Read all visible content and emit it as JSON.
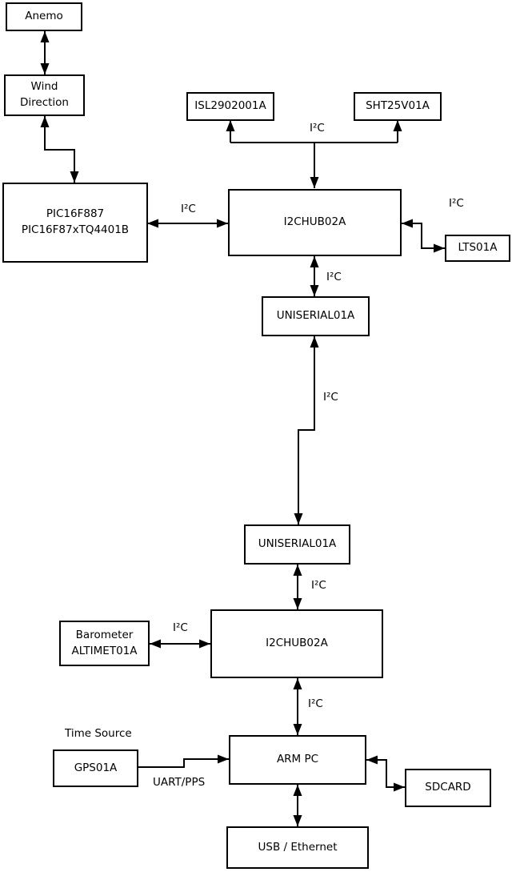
{
  "diagram": {
    "colors": {
      "stroke": "#000000",
      "background": "#ffffff",
      "node_fill": "#ffffff",
      "text": "#000000"
    },
    "nodes": {
      "anemo": {
        "label": "Anemo"
      },
      "wind_direction": {
        "lines": [
          "Wind",
          "Direction"
        ]
      },
      "pic": {
        "lines": [
          "PIC16F887",
          "PIC16F87xTQ4401B"
        ]
      },
      "isl": {
        "label": "ISL2902001A"
      },
      "sht": {
        "label": "SHT25V01A"
      },
      "hub1": {
        "label": "I2CHUB02A"
      },
      "lts": {
        "label": "LTS01A"
      },
      "uniserial1": {
        "label": "UNISERIAL01A"
      },
      "uniserial2": {
        "label": "UNISERIAL01A"
      },
      "hub2": {
        "label": "I2CHUB02A"
      },
      "barometer": {
        "lines": [
          "Barometer",
          "ALTIMET01A"
        ]
      },
      "gps": {
        "label": "GPS01A"
      },
      "arm_pc": {
        "label": "ARM PC"
      },
      "sdcard": {
        "label": "SDCARD"
      },
      "usb_ethernet": {
        "label": "USB / Ethernet"
      }
    },
    "annotations": {
      "time_source": "Time Source"
    },
    "edges": [
      {
        "from": "anemo",
        "to": "wind_direction",
        "direction": "both",
        "label": ""
      },
      {
        "from": "wind_direction",
        "to": "pic",
        "direction": "both",
        "label": ""
      },
      {
        "from": "pic",
        "to": "hub1",
        "direction": "both",
        "label": "I²C"
      },
      {
        "from": "hub1",
        "to": "isl+sht",
        "direction": "both",
        "label": "I²C"
      },
      {
        "from": "hub1",
        "to": "lts",
        "direction": "both",
        "label": "I²C"
      },
      {
        "from": "hub1",
        "to": "uniserial1",
        "direction": "both",
        "label": "I²C"
      },
      {
        "from": "uniserial1",
        "to": "uniserial2",
        "direction": "both",
        "label": "I²C"
      },
      {
        "from": "uniserial2",
        "to": "hub2",
        "direction": "both",
        "label": "I²C"
      },
      {
        "from": "barometer",
        "to": "hub2",
        "direction": "both",
        "label": "I²C"
      },
      {
        "from": "hub2",
        "to": "arm_pc",
        "direction": "both",
        "label": "I²C"
      },
      {
        "from": "gps",
        "to": "arm_pc",
        "direction": "out",
        "label": "UART/PPS"
      },
      {
        "from": "arm_pc",
        "to": "sdcard",
        "direction": "both",
        "label": ""
      },
      {
        "from": "arm_pc",
        "to": "usb_ethernet",
        "direction": "both",
        "label": ""
      }
    ]
  }
}
